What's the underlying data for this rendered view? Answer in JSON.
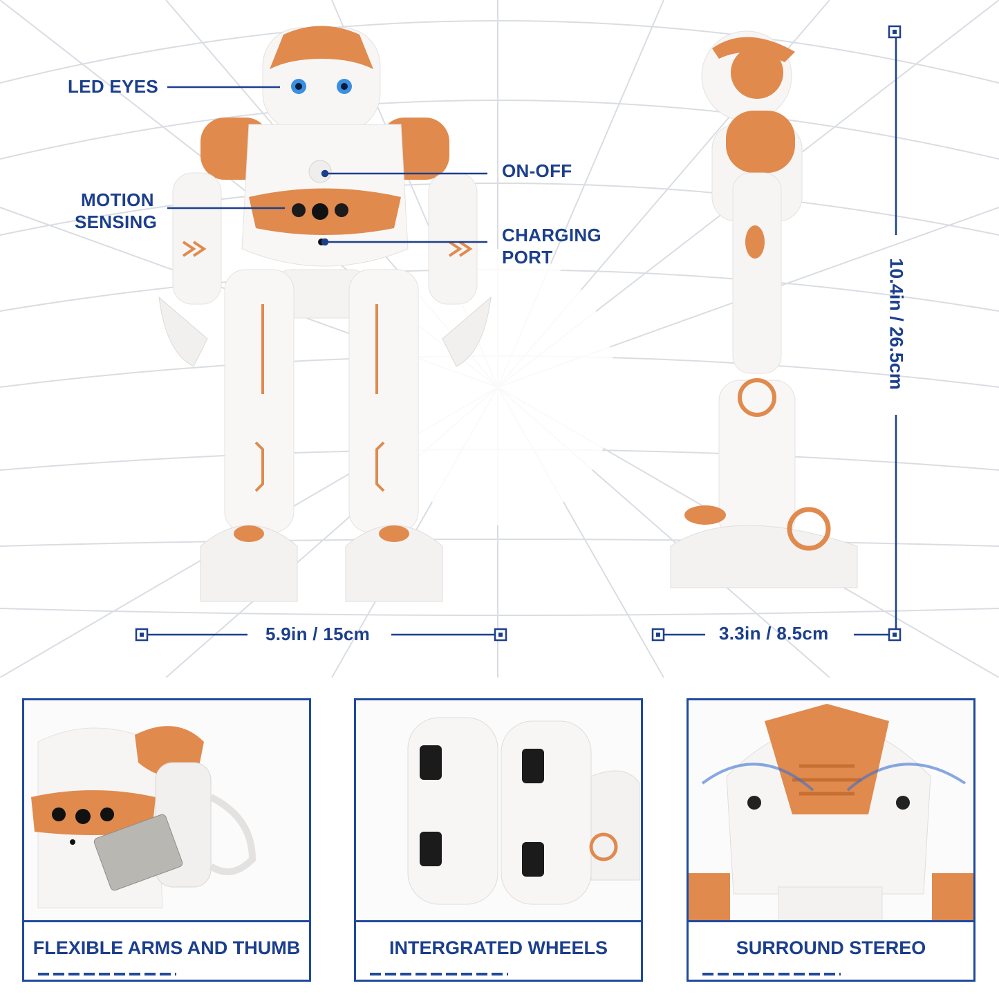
{
  "callouts": {
    "led_eyes": "LED EYES",
    "motion_sensing_1": "MOTION",
    "motion_sensing_2": "SENSING",
    "on_off": "ON-OFF",
    "charging_1": "CHARGING",
    "charging_2": "PORT"
  },
  "dimensions": {
    "width": "5.9in / 15cm",
    "depth": "3.3in / 8.5cm",
    "height": "10.4in / 26.5cm"
  },
  "panels": [
    {
      "caption": "FLEXIBLE ARMS AND THUMB"
    },
    {
      "caption": "INTERGRATED WHEELS"
    },
    {
      "caption": "SURROUND STEREO"
    }
  ],
  "colors": {
    "accent_orange": "#e08a4e",
    "label_blue": "#1c3f8c",
    "grid": "#d7dbe0"
  }
}
